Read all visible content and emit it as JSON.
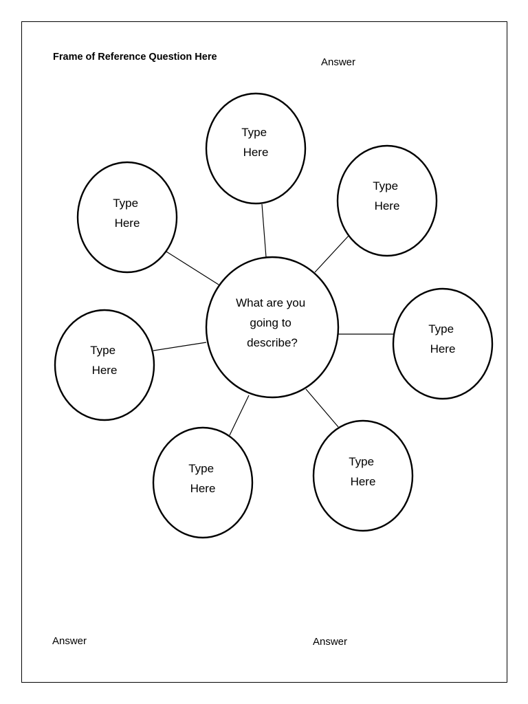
{
  "header": {
    "title": "Frame of Reference Question Here",
    "answer_top": "Answer"
  },
  "footer": {
    "answer_left": "Answer",
    "answer_right": "Answer"
  },
  "diagram": {
    "center_lines": [
      "What are you",
      "going to",
      "describe?"
    ],
    "nodes": [
      {
        "lines": [
          "Type",
          "Here"
        ]
      },
      {
        "lines": [
          "Type",
          "Here"
        ]
      },
      {
        "lines": [
          "Type",
          "Here"
        ]
      },
      {
        "lines": [
          "Type",
          "Here"
        ]
      },
      {
        "lines": [
          "Type",
          "Here"
        ]
      },
      {
        "lines": [
          "Type",
          "Here"
        ]
      },
      {
        "lines": [
          "Type",
          "Here"
        ]
      }
    ]
  }
}
